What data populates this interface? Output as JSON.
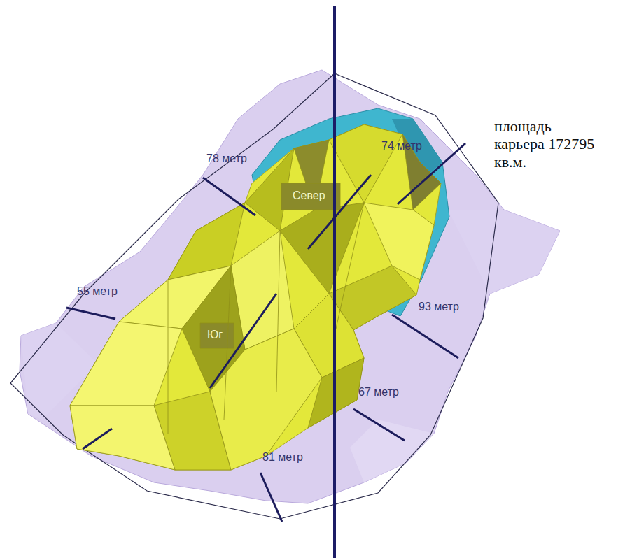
{
  "diagram": {
    "labels": [
      "78 метр",
      "74 метр",
      "Север",
      "55 метр",
      "93 метр",
      "Юг",
      "67 метр",
      "81 метр",
      "площадь карьера 172795 кв.м."
    ]
  }
}
